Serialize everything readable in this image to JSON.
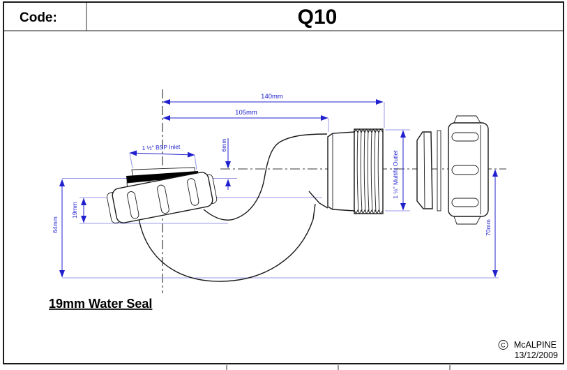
{
  "header": {
    "code_label": "Code:",
    "product_code": "Q10"
  },
  "dimensions": {
    "overall_length": "140mm",
    "length_to_bend": "105mm",
    "inlet": "1 ½\" BSP Inlet",
    "inlet_offset": "6mm",
    "seal_depth": "19mm",
    "inlet_height": "64mm",
    "outlet": "1 ½\" Multifit Outlet",
    "outlet_drop": "70mm"
  },
  "annotations": {
    "water_seal": "19mm Water Seal"
  },
  "footer": {
    "copyright_symbol": "C",
    "brand": "McALPINE",
    "date": "13/12/2009"
  },
  "colors": {
    "dimension_blue": "#2020cf",
    "extension_blue": "#9898e8",
    "outline_black": "#1a1a1a",
    "centerline_gray": "#7a7a7a"
  }
}
